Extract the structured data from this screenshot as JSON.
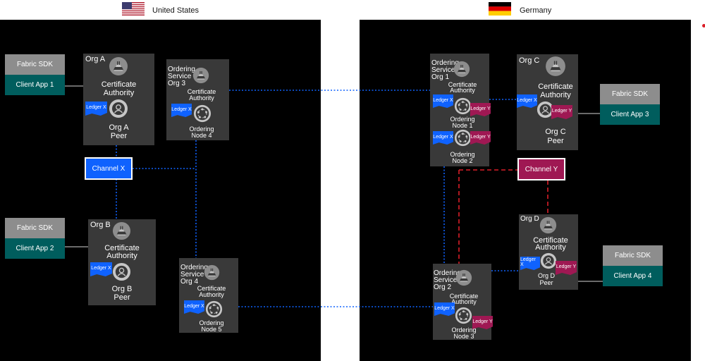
{
  "countries": {
    "left": "United States",
    "right": "Germany"
  },
  "colors": {
    "blue": "#0f62fe",
    "magenta": "#9f1853",
    "teal": "#005d5d",
    "grey": "#8d8d8d"
  },
  "icons": {
    "ca": "certificate-authority-icon",
    "peer": "peer-icon",
    "orderer": "ordering-node-icon"
  },
  "sdk": {
    "label": "Fabric SDK"
  },
  "apps": [
    "Client App 1",
    "Client App 2",
    "Client App 3",
    "Client App 4"
  ],
  "channels": {
    "x": "Channel X",
    "y": "Channel Y"
  },
  "ledgers": {
    "x": "Ledger X",
    "y": "Ledger Y"
  },
  "ca": {
    "line1": "Certificate",
    "line2": "Authority"
  },
  "orgA": {
    "title": "Org A",
    "peer1": "Org A",
    "peer2": "Peer"
  },
  "orgB": {
    "title": "Org B",
    "peer1": "Org B",
    "peer2": "Peer"
  },
  "orgC": {
    "title": "Org C",
    "peer1": "Org C",
    "peer2": "Peer"
  },
  "orgD": {
    "title": "Org D",
    "peer1": "Org D",
    "peer2": "Peer"
  },
  "os3": {
    "t1": "Ordering",
    "t2": "Service",
    "t3": "Org 3",
    "n1": "Ordering",
    "n2": "Node 4"
  },
  "os4": {
    "t1": "Ordering",
    "t2": "Service",
    "t3": "Org 4",
    "n1": "Ordering",
    "n2": "Node 5"
  },
  "os1": {
    "t1": "Ordering",
    "t2": "Service",
    "t3": "Org 1",
    "n1": "Ordering",
    "n2": "Node 1",
    "m1": "Ordering",
    "m2": "Node 2"
  },
  "os2": {
    "t1": "Ordering",
    "t2": "Service",
    "t3": "Org 2",
    "n1": "Ordering",
    "n2": "Node 3"
  }
}
